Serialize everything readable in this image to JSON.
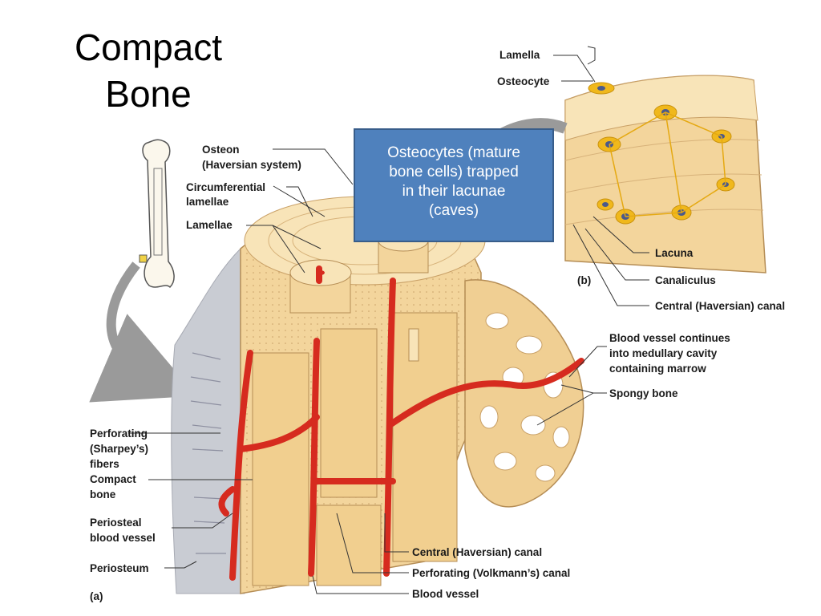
{
  "title": {
    "line1": "Compact",
    "line2": "Bone"
  },
  "callout": {
    "lines": [
      "Osteocytes (mature",
      "bone cells) trapped",
      "in their lacunae",
      "(caves)"
    ]
  },
  "labels": {
    "lamella": "Lamella",
    "osteocyte": "Osteocyte",
    "osteon": [
      "Osteon",
      "(Haversian system)"
    ],
    "circumferential_lamellae": [
      "Circumferential",
      "lamellae"
    ],
    "lamellae": "Lamellae",
    "lacuna": "Lacuna",
    "canaliculus": "Canaliculus",
    "central_canal_b": "Central (Haversian) canal",
    "panel_b": "(b)",
    "blood_vessel_continues": [
      "Blood vessel continues",
      "into medullary cavity",
      "containing marrow"
    ],
    "spongy_bone": "Spongy bone",
    "perforating_fibers": [
      "Perforating",
      "(Sharpey’s)",
      "fibers"
    ],
    "compact_bone": [
      "Compact",
      "bone"
    ],
    "periosteal_blood_vessel": [
      "Periosteal",
      "blood vessel"
    ],
    "periosteum": "Periosteum",
    "panel_a": "(a)",
    "central_canal_a": "Central (Haversian) canal",
    "perforating_canal": "Perforating (Volkmann’s) canal",
    "blood_vessel": "Blood vessel"
  },
  "colors": {
    "bone_fill": "#f3d59c",
    "bone_light": "#f8e4b8",
    "bone_dark": "#dcb877",
    "vessel": "#d62b1f",
    "osteocyte": "#f0b81c",
    "nucleus": "#4b5a8a",
    "periosteum": "#c9ccd3",
    "arrow": "#9a9a9a",
    "callout_fill": "#4f81bd"
  }
}
